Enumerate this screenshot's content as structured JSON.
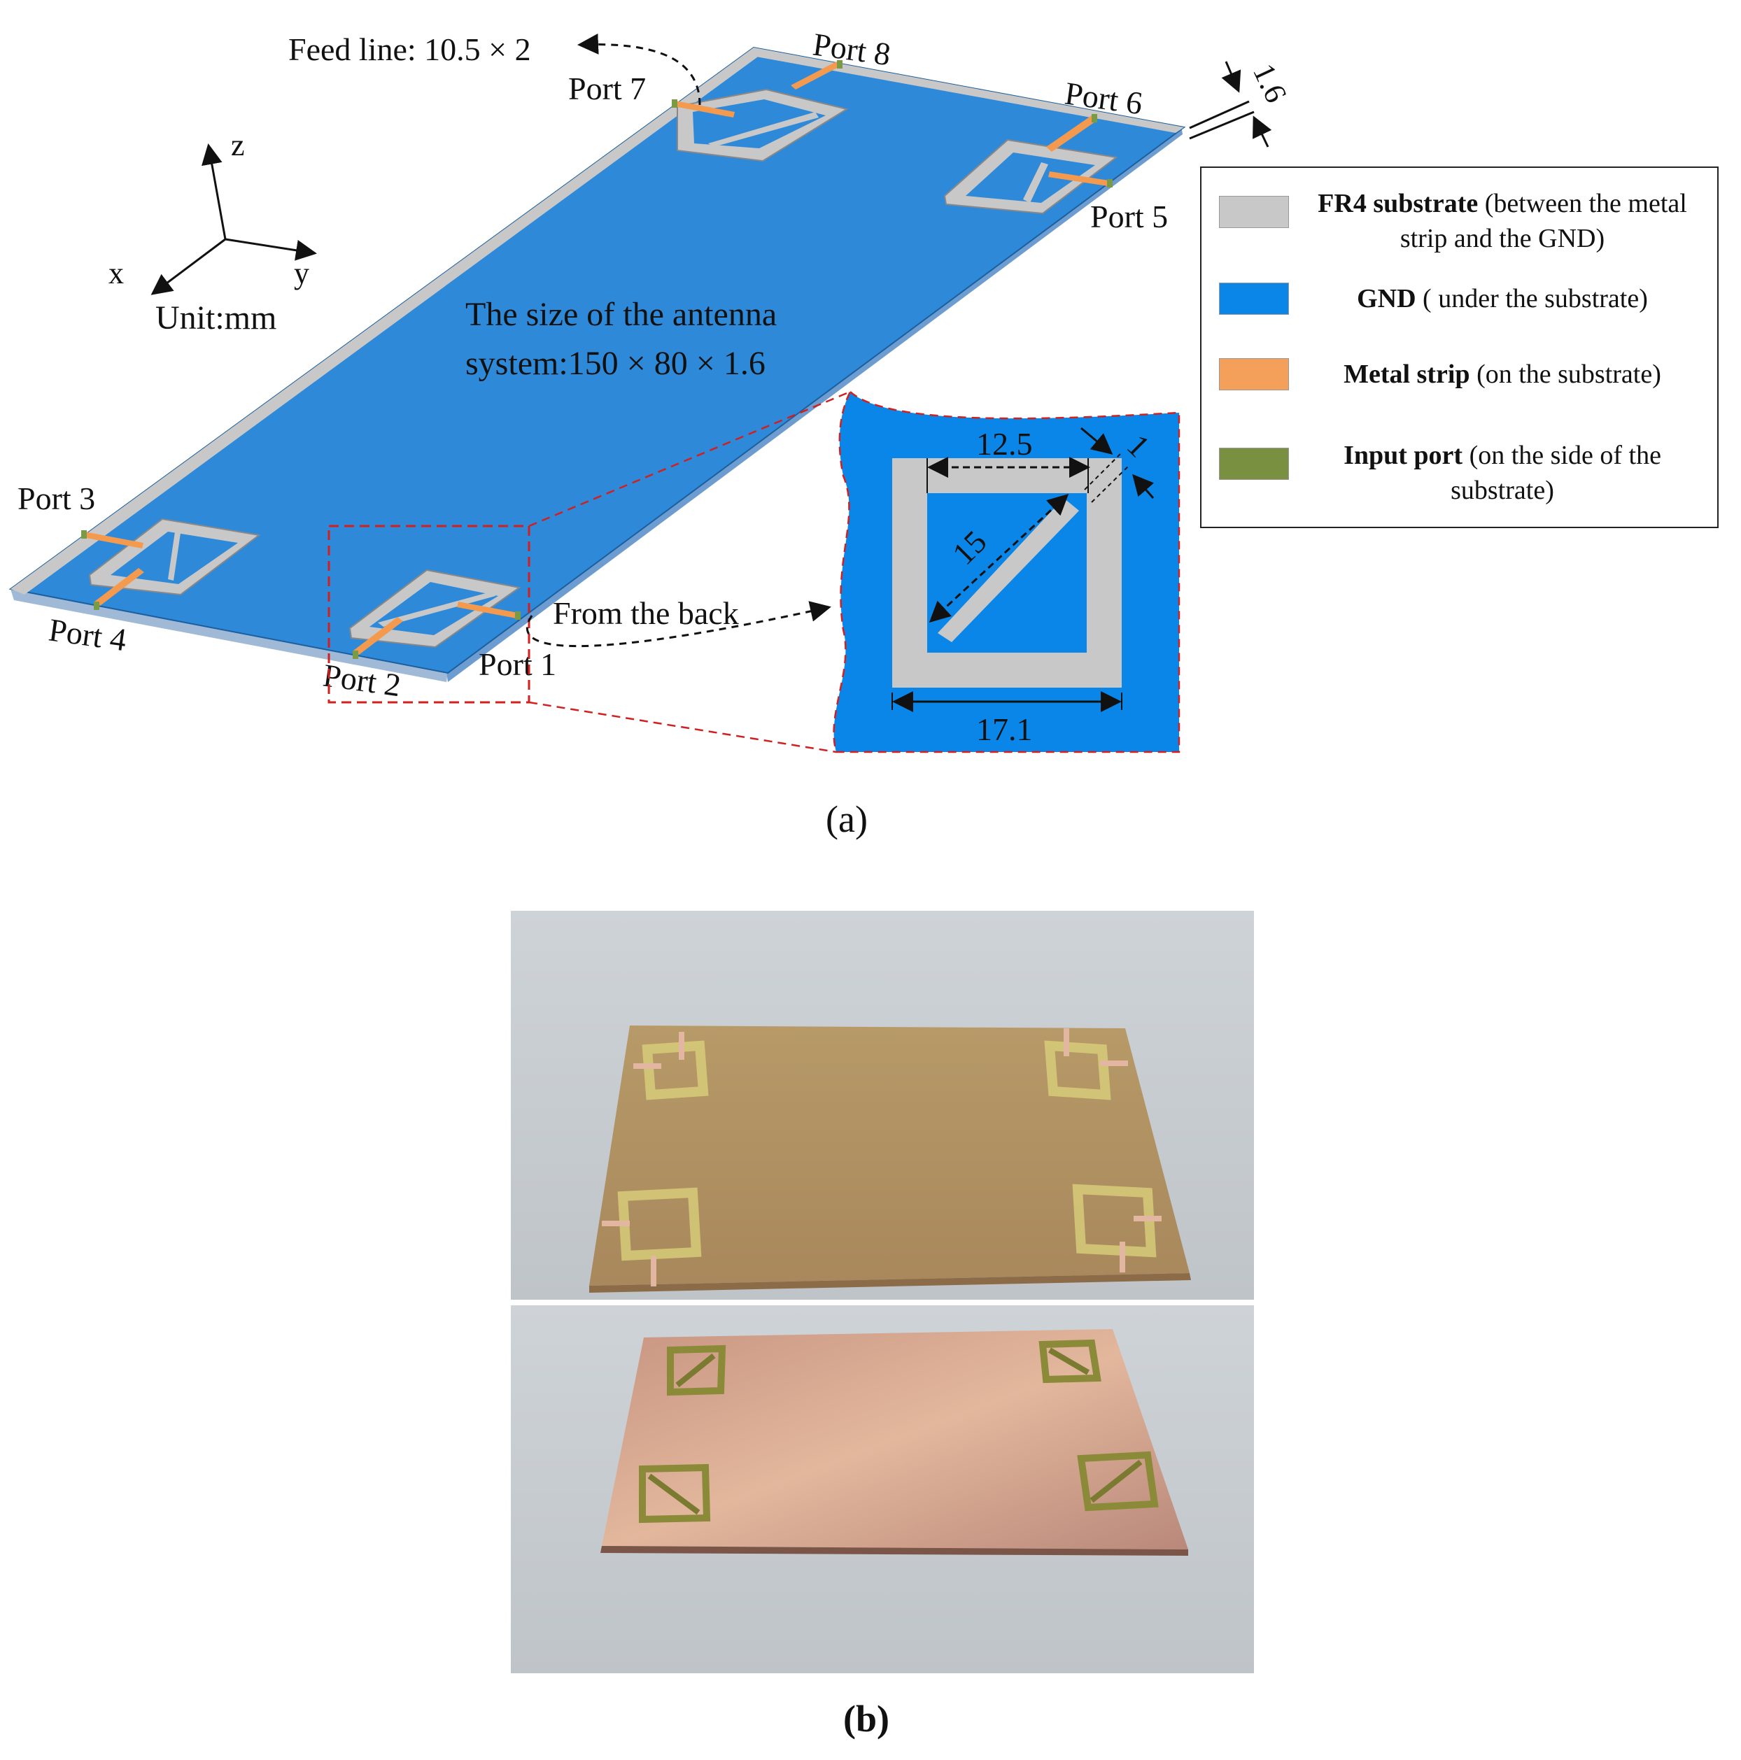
{
  "panel_a": {
    "caption": "(a)",
    "feed_line_label": "Feed line: 10.5 × 2",
    "unit_label": "Unit:mm",
    "axis_z": "z",
    "axis_x": "x",
    "axis_y": "y",
    "size_line1": "The size of the antenna",
    "size_line2": "system:150 × 80  × 1.6",
    "thickness_label": "1.6",
    "from_back_label": "From the back",
    "ports": [
      "Port 1",
      "Port 2",
      "Port 3",
      "Port 4",
      "Port 5",
      "Port 6",
      "Port 7",
      "Port 8"
    ],
    "inset": {
      "dim_top": "12.5",
      "dim_width": "1",
      "dim_diag": "15",
      "dim_bottom": "17.1"
    },
    "legend": [
      {
        "bold": "FR4 substrate",
        "rest": " (between the metal",
        "line2": "strip and the GND)",
        "color": "#c8c8c8"
      },
      {
        "bold": "GND",
        "rest": " ( under the substrate)",
        "line2": "",
        "color": "#0a86e8"
      },
      {
        "bold": "Metal strip",
        "rest": " (on the substrate)",
        "line2": "",
        "color": "#f4a05a"
      },
      {
        "bold": "Input port",
        "rest": " (on the side of the",
        "line2": "substrate)",
        "color": "#789040"
      }
    ],
    "colors": {
      "gnd": "#2f89d9",
      "substrate": "#c8c8c8",
      "metal_strip": "#f39a4e",
      "input_port": "#7a9a46",
      "inset_outline": "#e03030"
    }
  },
  "panel_b": {
    "caption": "(b)"
  }
}
